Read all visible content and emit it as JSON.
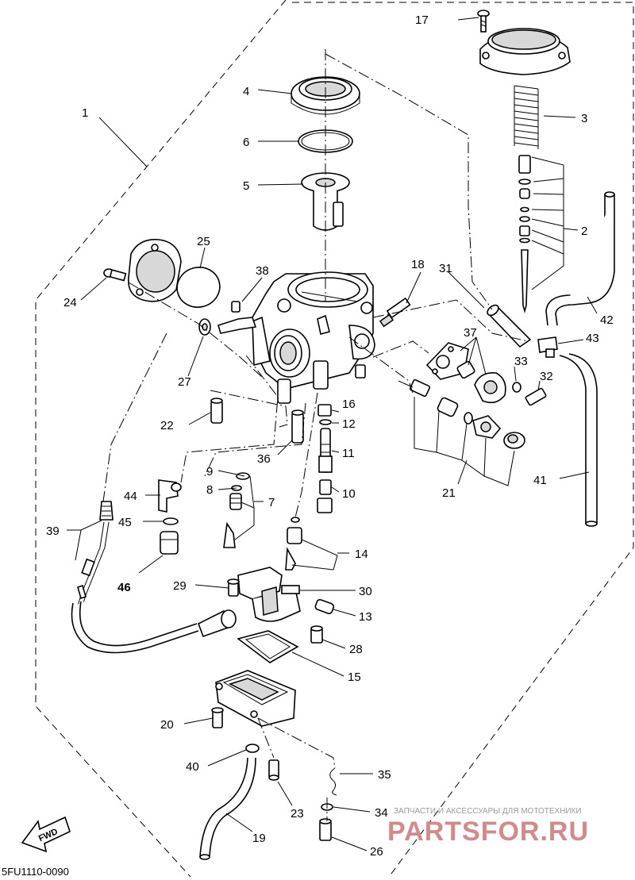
{
  "diagram": {
    "code": "5FU1110-0090",
    "orientation_label": "FWD",
    "watermark": {
      "tagline": "ЗАПЧАСТИ И АКСЕССУАРЫ ДЛЯ МОТОТЕХНИКИ",
      "site": "PARTSFOR.RU"
    },
    "callouts": {
      "c1": "1",
      "c2": "2",
      "c3": "3",
      "c4": "4",
      "c5": "5",
      "c6": "6",
      "c7": "7",
      "c8": "8",
      "c9": "9",
      "c10": "10",
      "c11": "11",
      "c12": "12",
      "c13": "13",
      "c14": "14",
      "c15": "15",
      "c16": "16",
      "c17": "17",
      "c18": "18",
      "c19": "19",
      "c20": "20",
      "c21": "21",
      "c22": "22",
      "c23": "23",
      "c24": "24",
      "c25": "25",
      "c26": "26",
      "c27": "27",
      "c28": "28",
      "c29": "29",
      "c30": "30",
      "c31": "31",
      "c32": "32",
      "c33": "33",
      "c34": "34",
      "c35": "35",
      "c36": "36",
      "c37": "37",
      "c38": "38",
      "c39": "39",
      "c40": "40",
      "c41": "41",
      "c42": "42",
      "c43": "43",
      "c44": "44",
      "c45": "45",
      "c46": "46"
    }
  }
}
